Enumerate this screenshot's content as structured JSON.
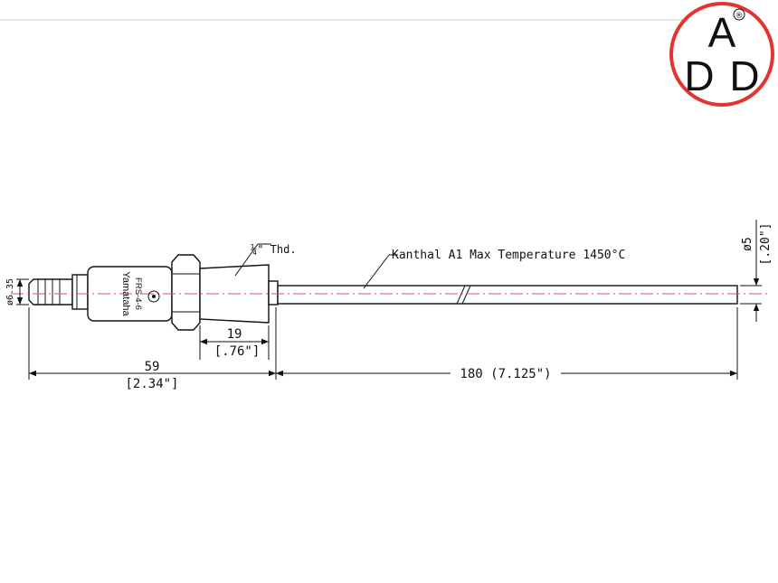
{
  "logo": {
    "text": "ADD",
    "mark": "®",
    "ring_color": "#e3342f",
    "letter_color": "#111111"
  },
  "drawing": {
    "fitting_label": "Yamataha",
    "model_label": "FRS-4-6",
    "thread_callout": "¼\" Thd.",
    "element_callout": "Kanthal A1 Max Temperature 1450°C",
    "terminal_dia": "ø6.35",
    "sheath_dia": "ø5",
    "sheath_dia_in": "[.20\"]",
    "thread_len": "19",
    "thread_len_in": "[.76\"]",
    "head_len": "59",
    "head_len_in": "[2.34\"]",
    "sheath_len": "180 (7.125\")"
  },
  "colors": {
    "line": "#111111",
    "centerline": "#e05050",
    "divider": "#cccccc"
  }
}
